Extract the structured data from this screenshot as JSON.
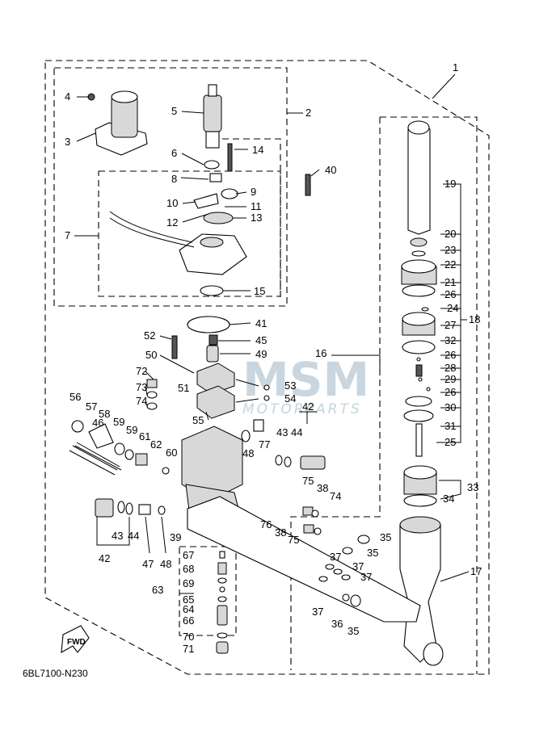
{
  "diagram": {
    "caption": "6BL7100-N230",
    "fwd_label": "FWD",
    "watermark": {
      "title": "MSM",
      "subtitle": "MOTORPARTS"
    },
    "callouts": [
      "1",
      "2",
      "3",
      "4",
      "5",
      "6",
      "7",
      "8",
      "9",
      "10",
      "11",
      "12",
      "13",
      "14",
      "15",
      "16",
      "17",
      "18",
      "19",
      "20",
      "21",
      "22",
      "23",
      "24",
      "25",
      "26",
      "26",
      "26",
      "27",
      "28",
      "29",
      "30",
      "31",
      "32",
      "33",
      "34",
      "35",
      "35",
      "35",
      "36",
      "37",
      "37",
      "37",
      "37",
      "38",
      "38",
      "39",
      "40",
      "41",
      "42",
      "42",
      "43",
      "43",
      "44",
      "44",
      "45",
      "46",
      "47",
      "48",
      "48",
      "49",
      "50",
      "51",
      "52",
      "53",
      "54",
      "55",
      "56",
      "57",
      "58",
      "59",
      "59",
      "60",
      "61",
      "62",
      "63",
      "64",
      "65",
      "66",
      "67",
      "68",
      "69",
      "70",
      "71",
      "72",
      "73",
      "74",
      "74",
      "75",
      "75",
      "76",
      "77"
    ]
  }
}
